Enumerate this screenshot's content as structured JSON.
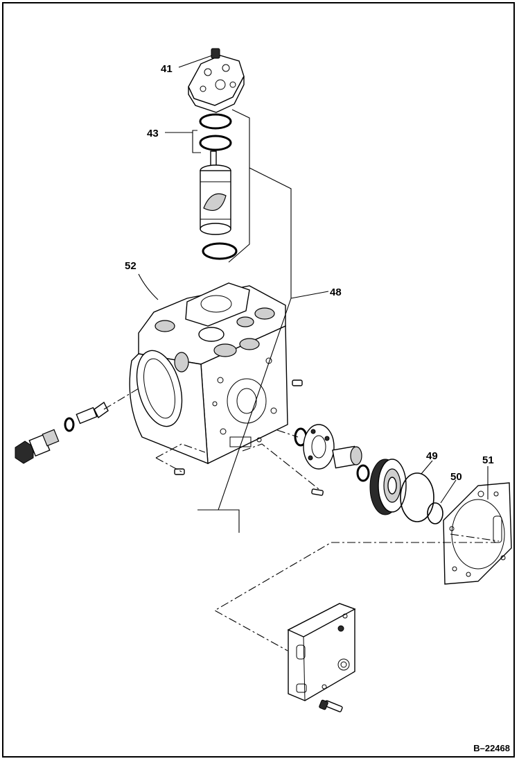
{
  "callouts": {
    "c41": "41",
    "c43": "43",
    "c52": "52",
    "c48": "48",
    "c49": "49",
    "c50": "50",
    "c51": "51"
  },
  "figure_ref": "B–22468",
  "colors": {
    "line": "#000000",
    "background": "#ffffff",
    "shade": "#cfcfcf"
  }
}
